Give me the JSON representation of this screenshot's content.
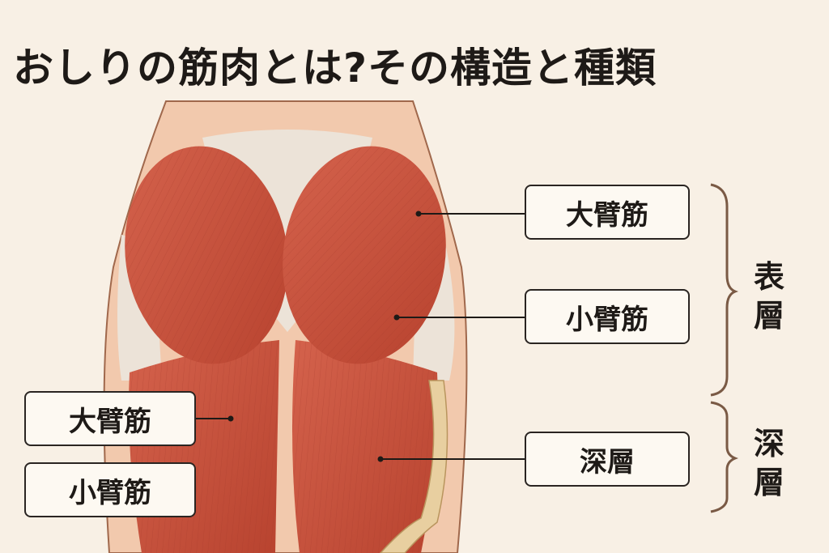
{
  "title": "おしりの筋肉とは?その構造と種類",
  "labels": {
    "right_top": "大臂筋",
    "right_middle": "小臂筋",
    "right_bottom": "深層",
    "left_top": "大臂筋",
    "left_bottom": "小臂筋"
  },
  "groups": {
    "surface": "表層",
    "deep": "深層"
  },
  "colors": {
    "background": "#f8f0e5",
    "muscle": "#c8523f",
    "skin": "#f2c9ad",
    "bracket": "#7a5a45"
  }
}
